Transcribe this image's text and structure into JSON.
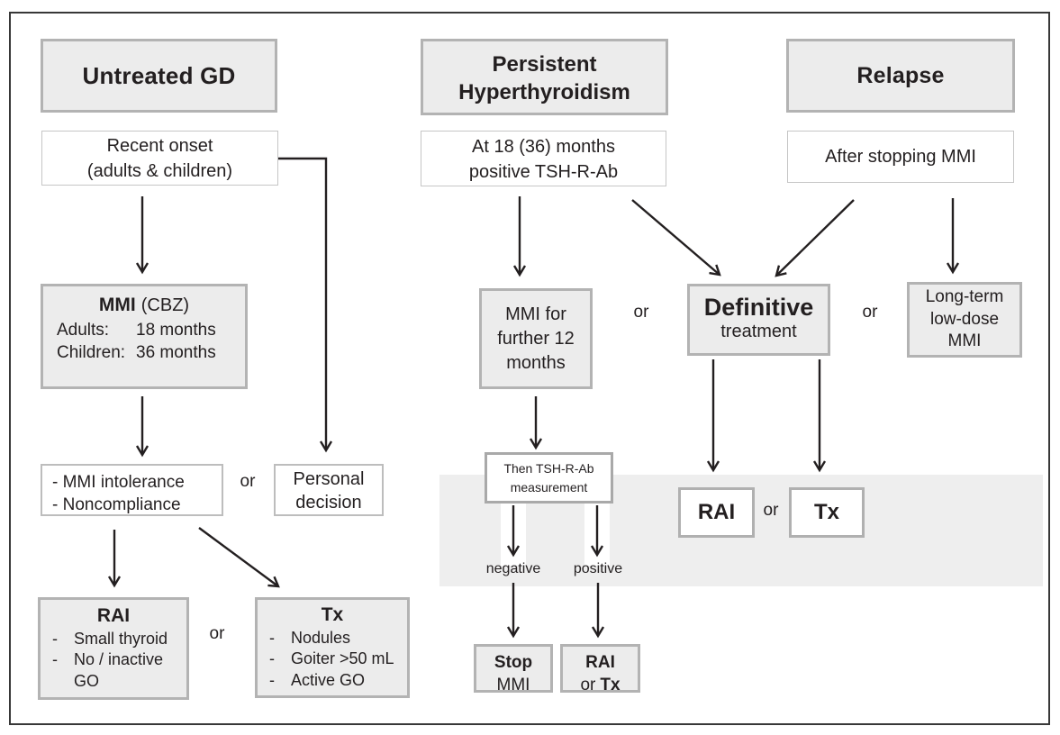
{
  "colors": {
    "box_fill": "#ececec",
    "box_border": "#b3b3b3",
    "band_fill": "#eeeeee",
    "line_color": "#231f20",
    "frame_border": "#383838"
  },
  "untreated": {
    "header": "Untreated GD",
    "onset": {
      "line1": "Recent onset",
      "line2": "(adults & children)"
    },
    "mmi": {
      "title_bold": "MMI",
      "title_rest": "(CBZ)",
      "rows": [
        {
          "label": "Adults:",
          "value": "18 months"
        },
        {
          "label": "Children:",
          "value": "36 months"
        }
      ]
    },
    "intolerance": {
      "line1": "- MMI intolerance",
      "line2": "- Noncompliance"
    },
    "or_personal": "or",
    "personal": {
      "line1": "Personal",
      "line2": "decision"
    },
    "rai": {
      "title": "RAI",
      "items": [
        "Small thyroid",
        "No / inactive GO"
      ]
    },
    "or_rai_tx": "or",
    "tx": {
      "title": "Tx",
      "items": [
        "Nodules",
        "Goiter >50 mL",
        "Active GO"
      ]
    }
  },
  "persistent": {
    "header": {
      "line1": "Persistent",
      "line2": "Hyperthyroidism"
    },
    "at18": {
      "line1": "At 18 (36) months",
      "line2": "positive TSH-R-Ab"
    },
    "mmi_further": "MMI for further 12 months",
    "or_definitive": "or",
    "definitive": {
      "bold": "Definitive",
      "rest": "treatment"
    },
    "or_longterm": "or",
    "longterm": "Long-term low-dose MMI",
    "tshrab": {
      "line1": "Then TSH-R-Ab",
      "line2": "measurement"
    },
    "negative": "negative",
    "positive": "positive",
    "stop": {
      "bold": "Stop",
      "rest": "MMI"
    },
    "rai_or_tx": {
      "line1_bold": "RAI",
      "line2_prefix": "or",
      "line2_bold": "Tx"
    }
  },
  "relapse": {
    "header": "Relapse",
    "after": "After stopping MMI"
  },
  "band": {
    "rai": "RAI",
    "or": "or",
    "tx": "Tx"
  }
}
